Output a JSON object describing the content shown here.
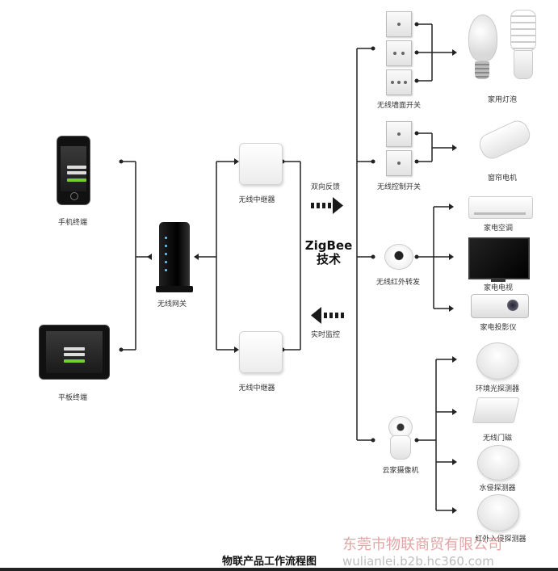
{
  "labels": {
    "mobile": "手机终端",
    "tablet": "平板终端",
    "gateway": "无线网关",
    "repeater_top": "无线中继器",
    "repeater_bottom": "无线中继器",
    "feedback": "双向反馈",
    "monitor": "实时监控",
    "zigbee_line1": "ZigBee",
    "zigbee_line2": "技术",
    "wall_switch": "无线墙面开关",
    "home_light": "家用灯泡",
    "control_switch": "无线控制开关",
    "curtain_motor": "窗帘电机",
    "air_conditioner": "家电空调",
    "tv": "家电电视",
    "projector": "家电投影仪",
    "ir_transponder": "无线红外转发",
    "ambient_sensor": "环境光探测器",
    "door_sensor": "无线门磁",
    "water_sensor": "水侵探测器",
    "pir_sensor": "红外入侵探测器",
    "camera": "云家摄像机"
  },
  "footer": {
    "title": "物联产品工作流程图",
    "watermark_company": "东莞市物联商贸有限公司",
    "watermark_url": "wulianlei.b2b.hc360.com"
  },
  "colors": {
    "line": "#222222",
    "arrow": "#1a1a1a",
    "watermark_red": "#e2a5a5",
    "watermark_grey": "#bdbdbd"
  }
}
